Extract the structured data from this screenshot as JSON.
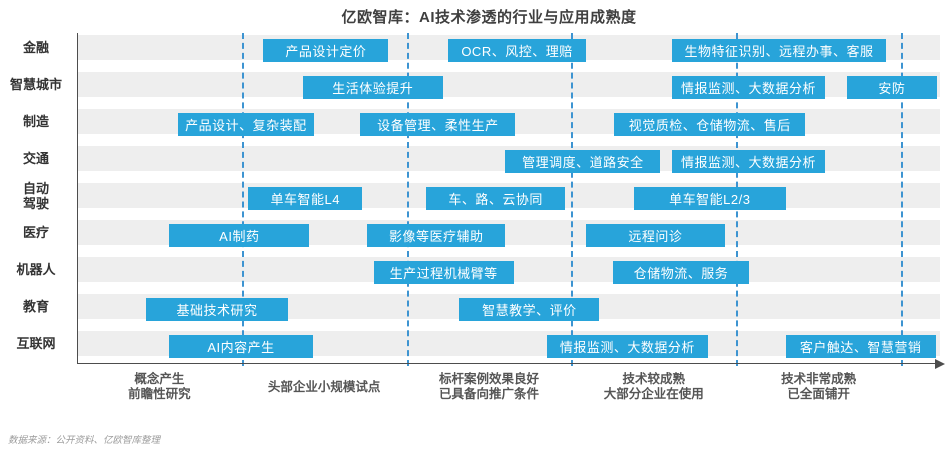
{
  "source_note": "数据来源：公开资料、亿欧智库整理",
  "colors": {
    "accent": "#28A4DA",
    "row_stripe": "#EEEEEE",
    "gridline": "#3D94D1",
    "axis": "#4D4D4D",
    "bar_text": "#FFFFFF"
  },
  "chart_data": {
    "type": "bar",
    "variant": "horizontal-span-maturity-gantt",
    "title": "亿欧智库：AI技术渗透的行业与应用成熟度",
    "x_range": [
      0,
      5
    ],
    "grid": "dashed-vertical-stage-boundaries",
    "x_axis_stages": [
      {
        "lines": [
          "概念产生",
          "前瞻性研究"
        ]
      },
      {
        "lines": [
          "头部企业小规模试点"
        ]
      },
      {
        "lines": [
          "标杆案例效果良好",
          "已具备向推广条件"
        ]
      },
      {
        "lines": [
          "技术较成熟",
          "大部分企业在使用"
        ]
      },
      {
        "lines": [
          "技术非常成熟",
          "已全面铺开"
        ]
      }
    ],
    "rows": [
      {
        "category": "金融",
        "category_lines": [
          "金融"
        ],
        "bars": [
          {
            "label": "产品设计定价",
            "from": 1.13,
            "to": 1.89
          },
          {
            "label": "OCR、风控、理赔",
            "from": 2.25,
            "to": 3.09
          },
          {
            "label": "生物特征识别、远程办事、客服",
            "from": 3.61,
            "to": 4.91
          }
        ]
      },
      {
        "category": "智慧城市",
        "category_lines": [
          "智慧城市"
        ],
        "bars": [
          {
            "label": "生活体验提升",
            "from": 1.37,
            "to": 2.22
          },
          {
            "label": "情报监测、大数据分析",
            "from": 3.61,
            "to": 4.54
          },
          {
            "label": "安防",
            "from": 4.67,
            "to": 5.22
          }
        ]
      },
      {
        "category": "制造",
        "category_lines": [
          "制造"
        ],
        "bars": [
          {
            "label": "产品设计、复杂装配",
            "from": 0.61,
            "to": 1.44
          },
          {
            "label": "设备管理、柔性生产",
            "from": 1.72,
            "to": 2.66
          },
          {
            "label": "视觉质检、仓储物流、售后",
            "from": 3.26,
            "to": 4.42
          }
        ]
      },
      {
        "category": "交通",
        "category_lines": [
          "交通"
        ],
        "bars": [
          {
            "label": "管理调度、道路安全",
            "from": 2.6,
            "to": 3.54
          },
          {
            "label": "情报监测、大数据分析",
            "from": 3.61,
            "to": 4.54
          }
        ]
      },
      {
        "category": "自动驾驶",
        "category_lines": [
          "自动",
          "驾驶"
        ],
        "bars": [
          {
            "label": "单车智能L4",
            "from": 1.04,
            "to": 1.73
          },
          {
            "label": "车、路、云协同",
            "from": 2.12,
            "to": 2.96
          },
          {
            "label": "单车智能L2/3",
            "from": 3.38,
            "to": 4.3
          }
        ]
      },
      {
        "category": "医疗",
        "category_lines": [
          "医疗"
        ],
        "bars": [
          {
            "label": "AI制药",
            "from": 0.56,
            "to": 1.41
          },
          {
            "label": "影像等医疗辅助",
            "from": 1.76,
            "to": 2.6
          },
          {
            "label": "远程问诊",
            "from": 3.09,
            "to": 3.93
          }
        ]
      },
      {
        "category": "机器人",
        "category_lines": [
          "机器人"
        ],
        "bars": [
          {
            "label": "生产过程机械臂等",
            "from": 1.8,
            "to": 2.65
          },
          {
            "label": "仓储物流、服务",
            "from": 3.25,
            "to": 4.08
          }
        ]
      },
      {
        "category": "教育",
        "category_lines": [
          "教育"
        ],
        "bars": [
          {
            "label": "基础技术研究",
            "from": 0.42,
            "to": 1.28
          },
          {
            "label": "智慧教学、评价",
            "from": 2.32,
            "to": 3.17
          }
        ]
      },
      {
        "category": "互联网",
        "category_lines": [
          "互联网"
        ],
        "bars": [
          {
            "label": "AI内容产生",
            "from": 0.56,
            "to": 1.43
          },
          {
            "label": "情报监测、大数据分析",
            "from": 2.85,
            "to": 3.83
          },
          {
            "label": "客户触达、智慧营销",
            "from": 4.3,
            "to": 5.21
          }
        ]
      }
    ]
  }
}
